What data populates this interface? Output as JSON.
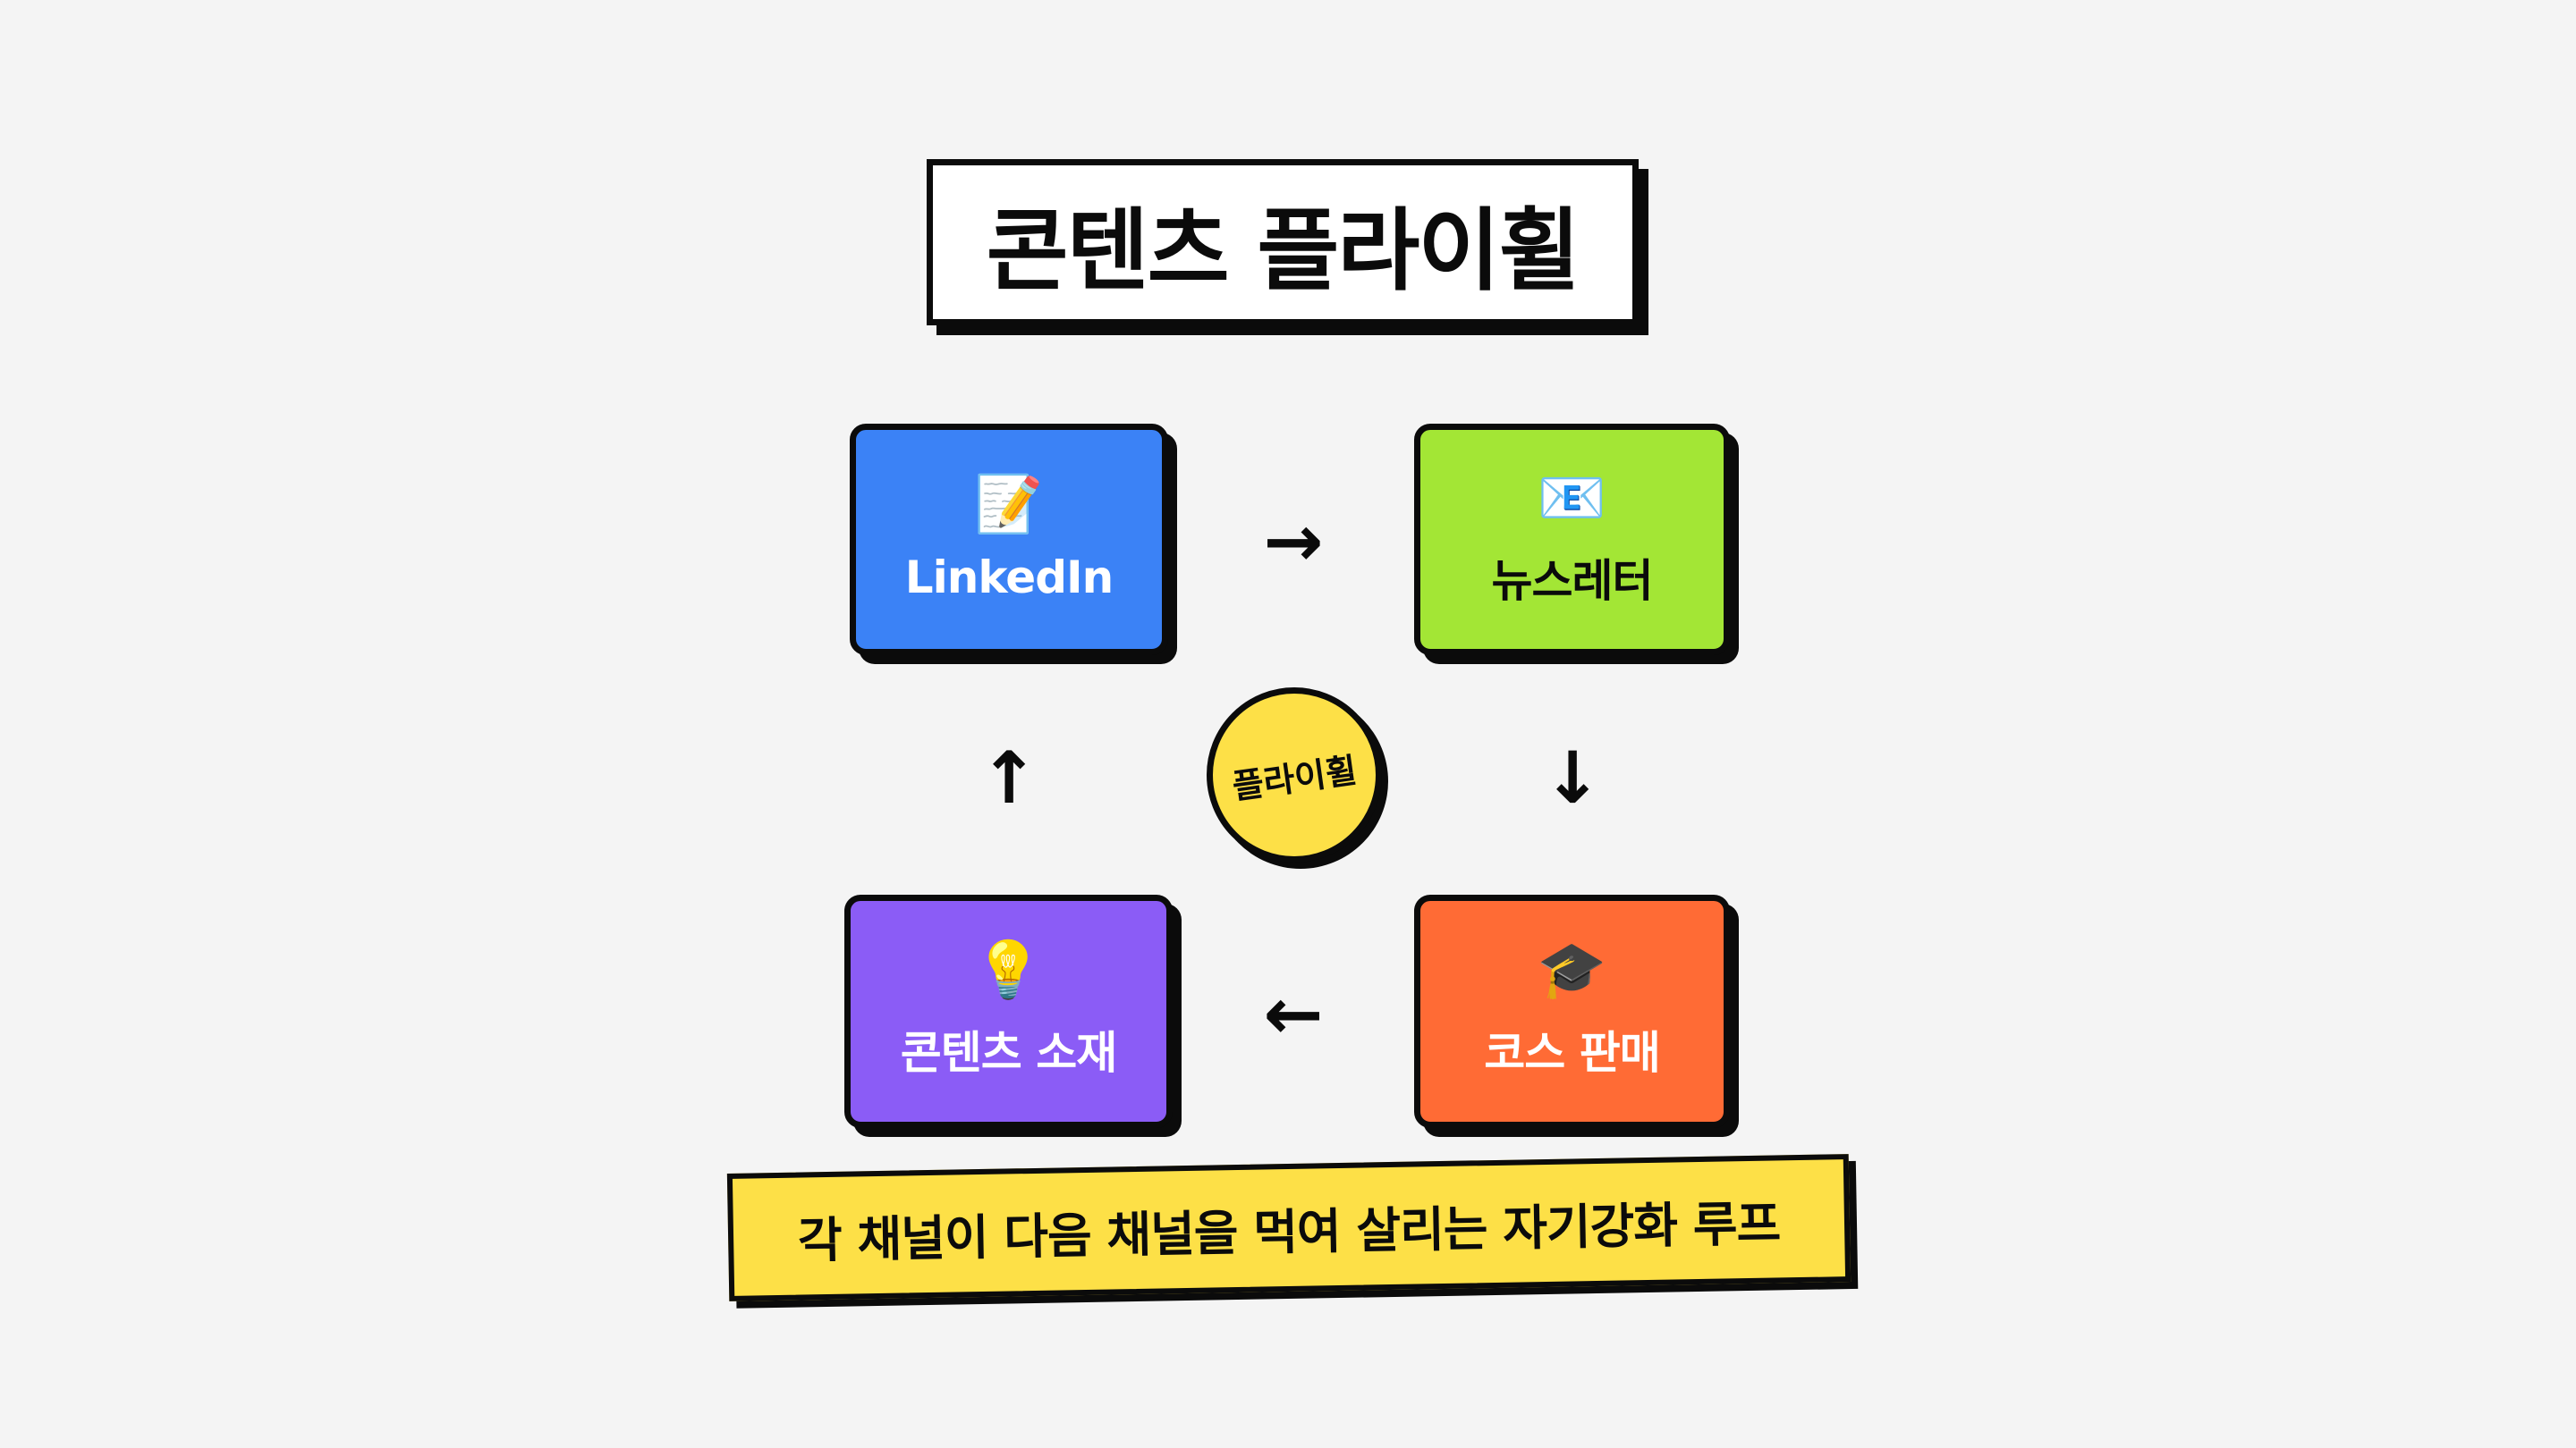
{
  "title": "콘텐츠 플라이휠",
  "hub_label": "플라이휠",
  "nodes": [
    {
      "label": "LinkedIn",
      "icon": "📝",
      "icon_name": "memo-icon",
      "color": "#3b82f6",
      "text_color": "#ffffff"
    },
    {
      "label": "뉴스레터",
      "icon": "📧",
      "icon_name": "email-icon",
      "color": "#a3e635",
      "text_color": "#0b0b0b"
    },
    {
      "label": "코스 판매",
      "icon": "🎓",
      "icon_name": "graduation-cap-icon",
      "color": "#ff6b35",
      "text_color": "#ffffff"
    },
    {
      "label": "콘텐츠 소재",
      "icon": "💡",
      "icon_name": "light-bulb-icon",
      "color": "#8b5cf6",
      "text_color": "#ffffff"
    }
  ],
  "arrows": {
    "right": "→",
    "down": "↓",
    "left": "←",
    "up": "↑"
  },
  "caption": "각 채널이 다음 채널을 먹여 살리는 자기강화 루프"
}
